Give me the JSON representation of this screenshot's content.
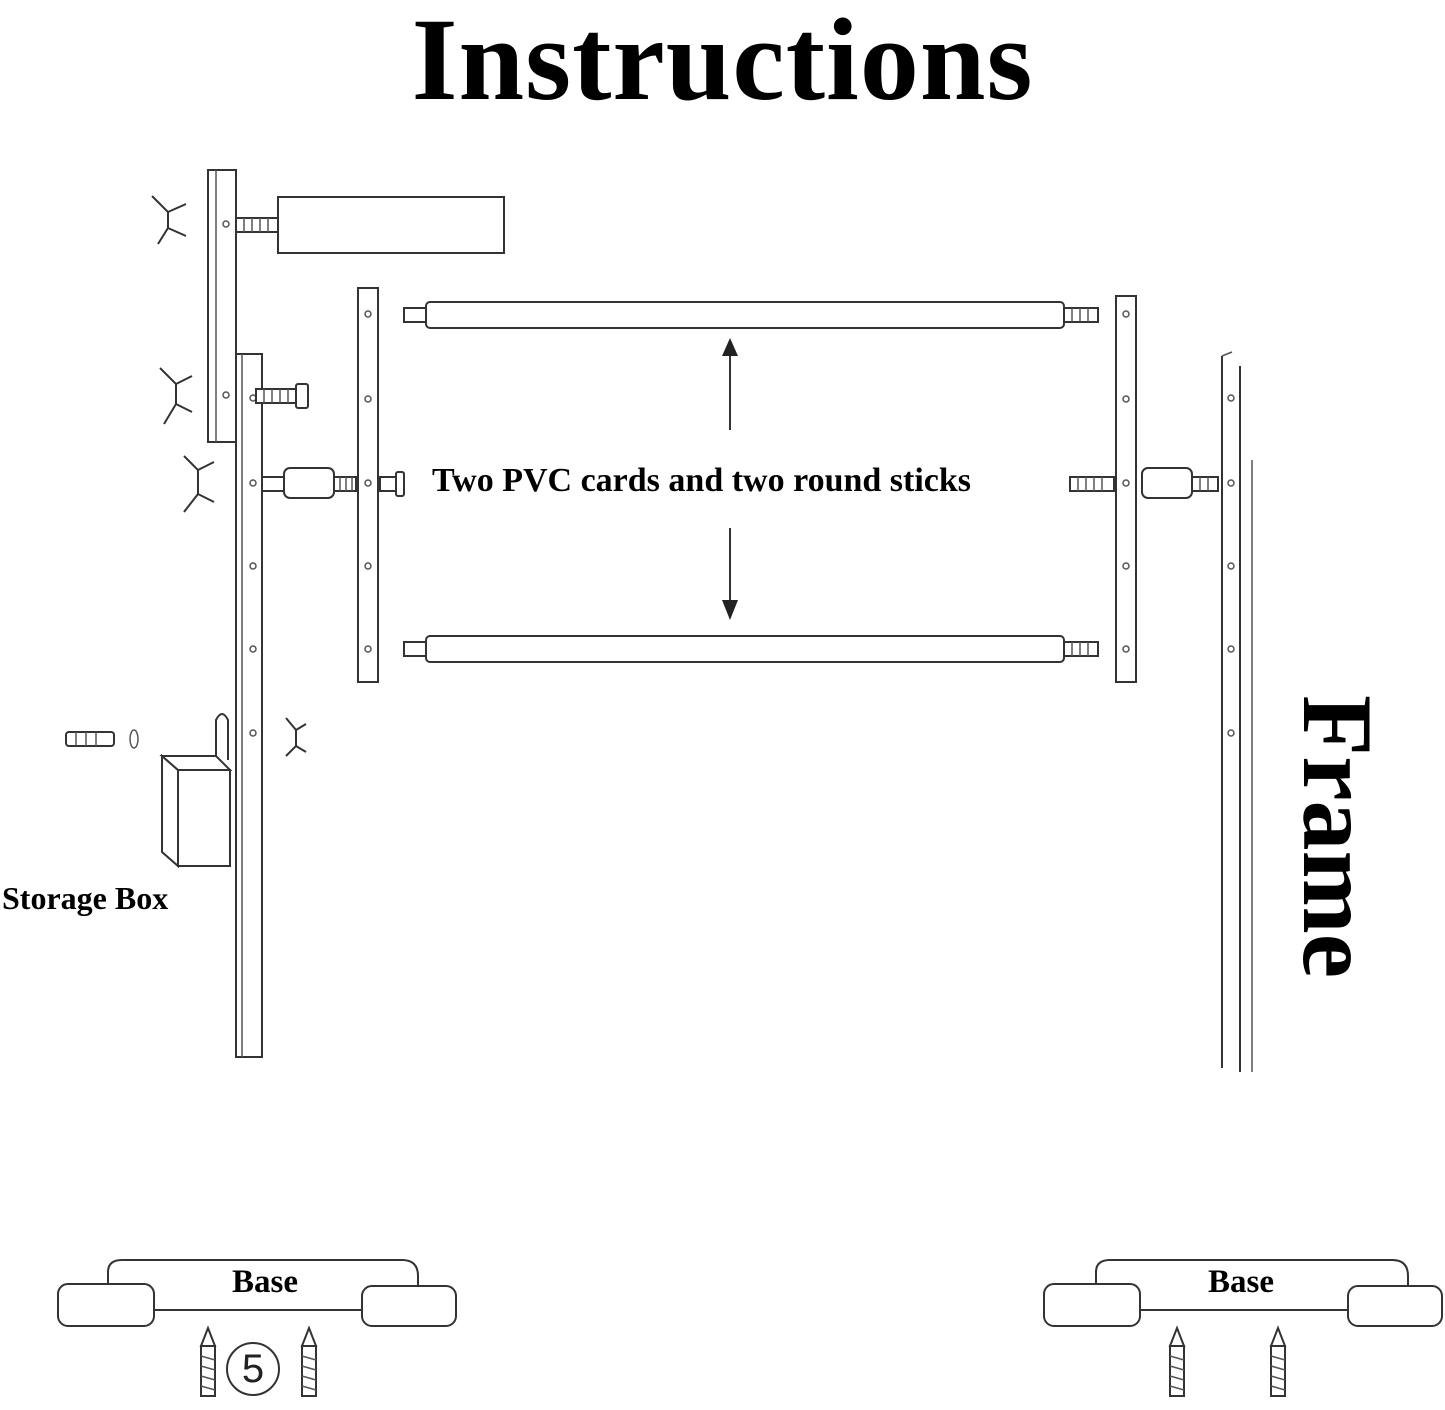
{
  "title": "Instructions",
  "labels": {
    "middle": "Two PVC cards and two round sticks",
    "storage_box": "Storage Box",
    "frame": "Frame",
    "base_left": "Base",
    "base_right": "Base",
    "step_number": "5"
  }
}
